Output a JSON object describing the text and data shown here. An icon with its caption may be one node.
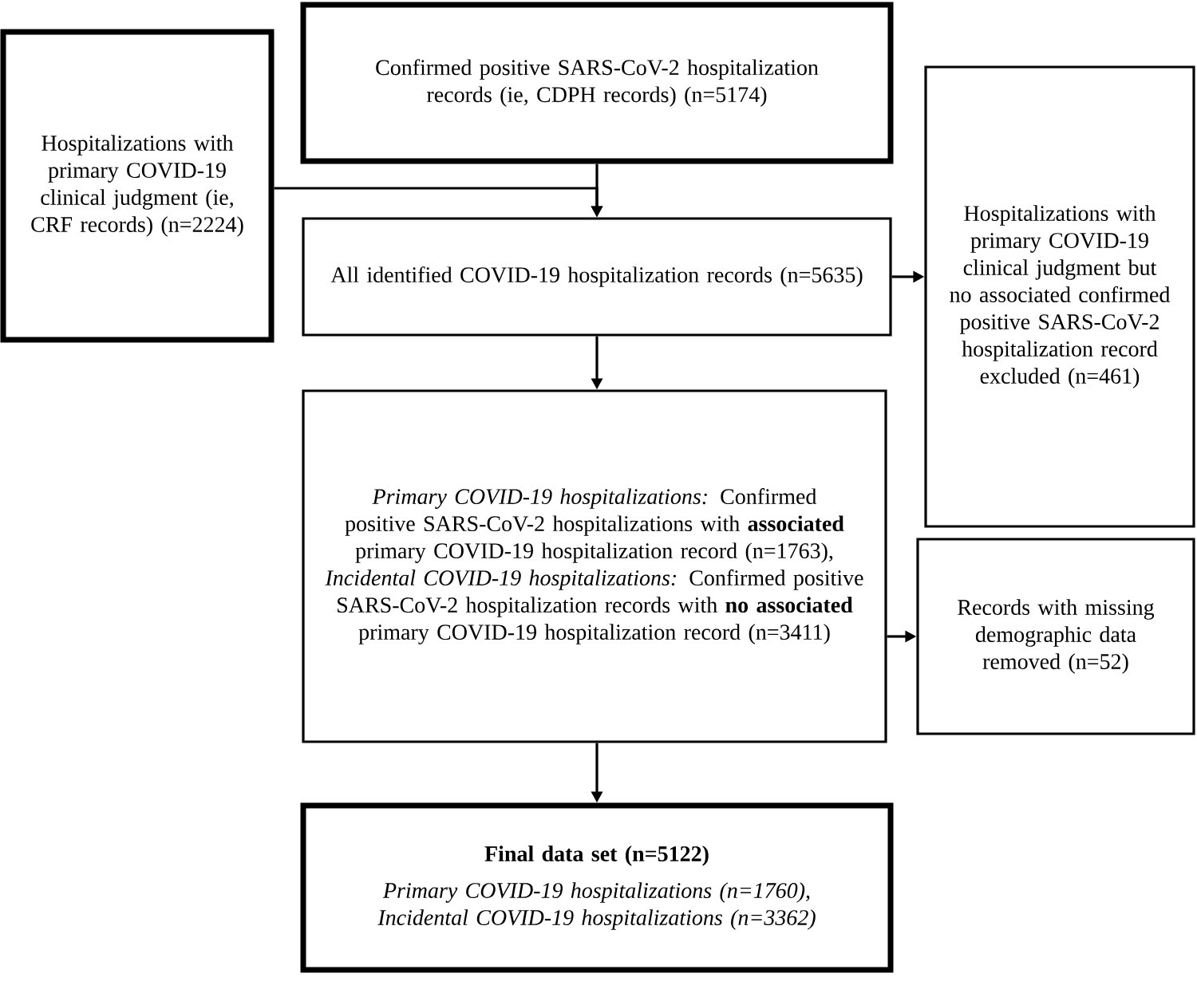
{
  "diagram": {
    "nodes": [
      {
        "text": [
          "Hospitalizations with primary COVID-19 clinical judgment (ie, CRF records) (n=2224)"
        ]
      },
      {
        "text": [
          "Confirmed positive SARS-CoV-2 hospitalization records (ie, CDPH records) (n=5174)"
        ]
      },
      {
        "text": [
          "All identified COVID-19 hospitalization records (n=5635)"
        ]
      },
      {
        "text": [
          "Hospitalizations with primary COVID-19 clinical judgment but no associated confirmed positive SARS-CoV-2 hospitalization record excluded (n=461)"
        ]
      },
      {
        "text": [
          "*Primary COVID-19 hospitalizations:* Confirmed positive SARS-CoV-2 hospitalizations with **associated** primary COVID-19 hospitalization record (n=1763),",
          "*Incidental COVID-19 hospitalizations:* Confirmed positive SARS-CoV-2 hospitalization records with **no associated** primary COVID-19 hospitalization record (n=3411)"
        ]
      },
      {
        "text": [
          "Records with missing demographic data removed (n=52)"
        ]
      },
      {
        "text": [
          "Final data set (n=5122)",
          "Primary COVID-19 hospitalizations (n=1760), Incidental COVID-19 hospitalizations (n=3362)"
        ]
      }
    ],
    "edges": [
      {
        "from": 0,
        "to": 2,
        "arrow": "to"
      },
      {
        "from": 1,
        "to": 2,
        "arrow": "to"
      },
      {
        "from": 2,
        "to": 3,
        "arrow": "to"
      },
      {
        "from": 2,
        "to": 4,
        "arrow": "to"
      },
      {
        "from": 4,
        "to": 5,
        "arrow": "to"
      },
      {
        "from": 4,
        "to": 6,
        "arrow": "to"
      }
    ]
  }
}
